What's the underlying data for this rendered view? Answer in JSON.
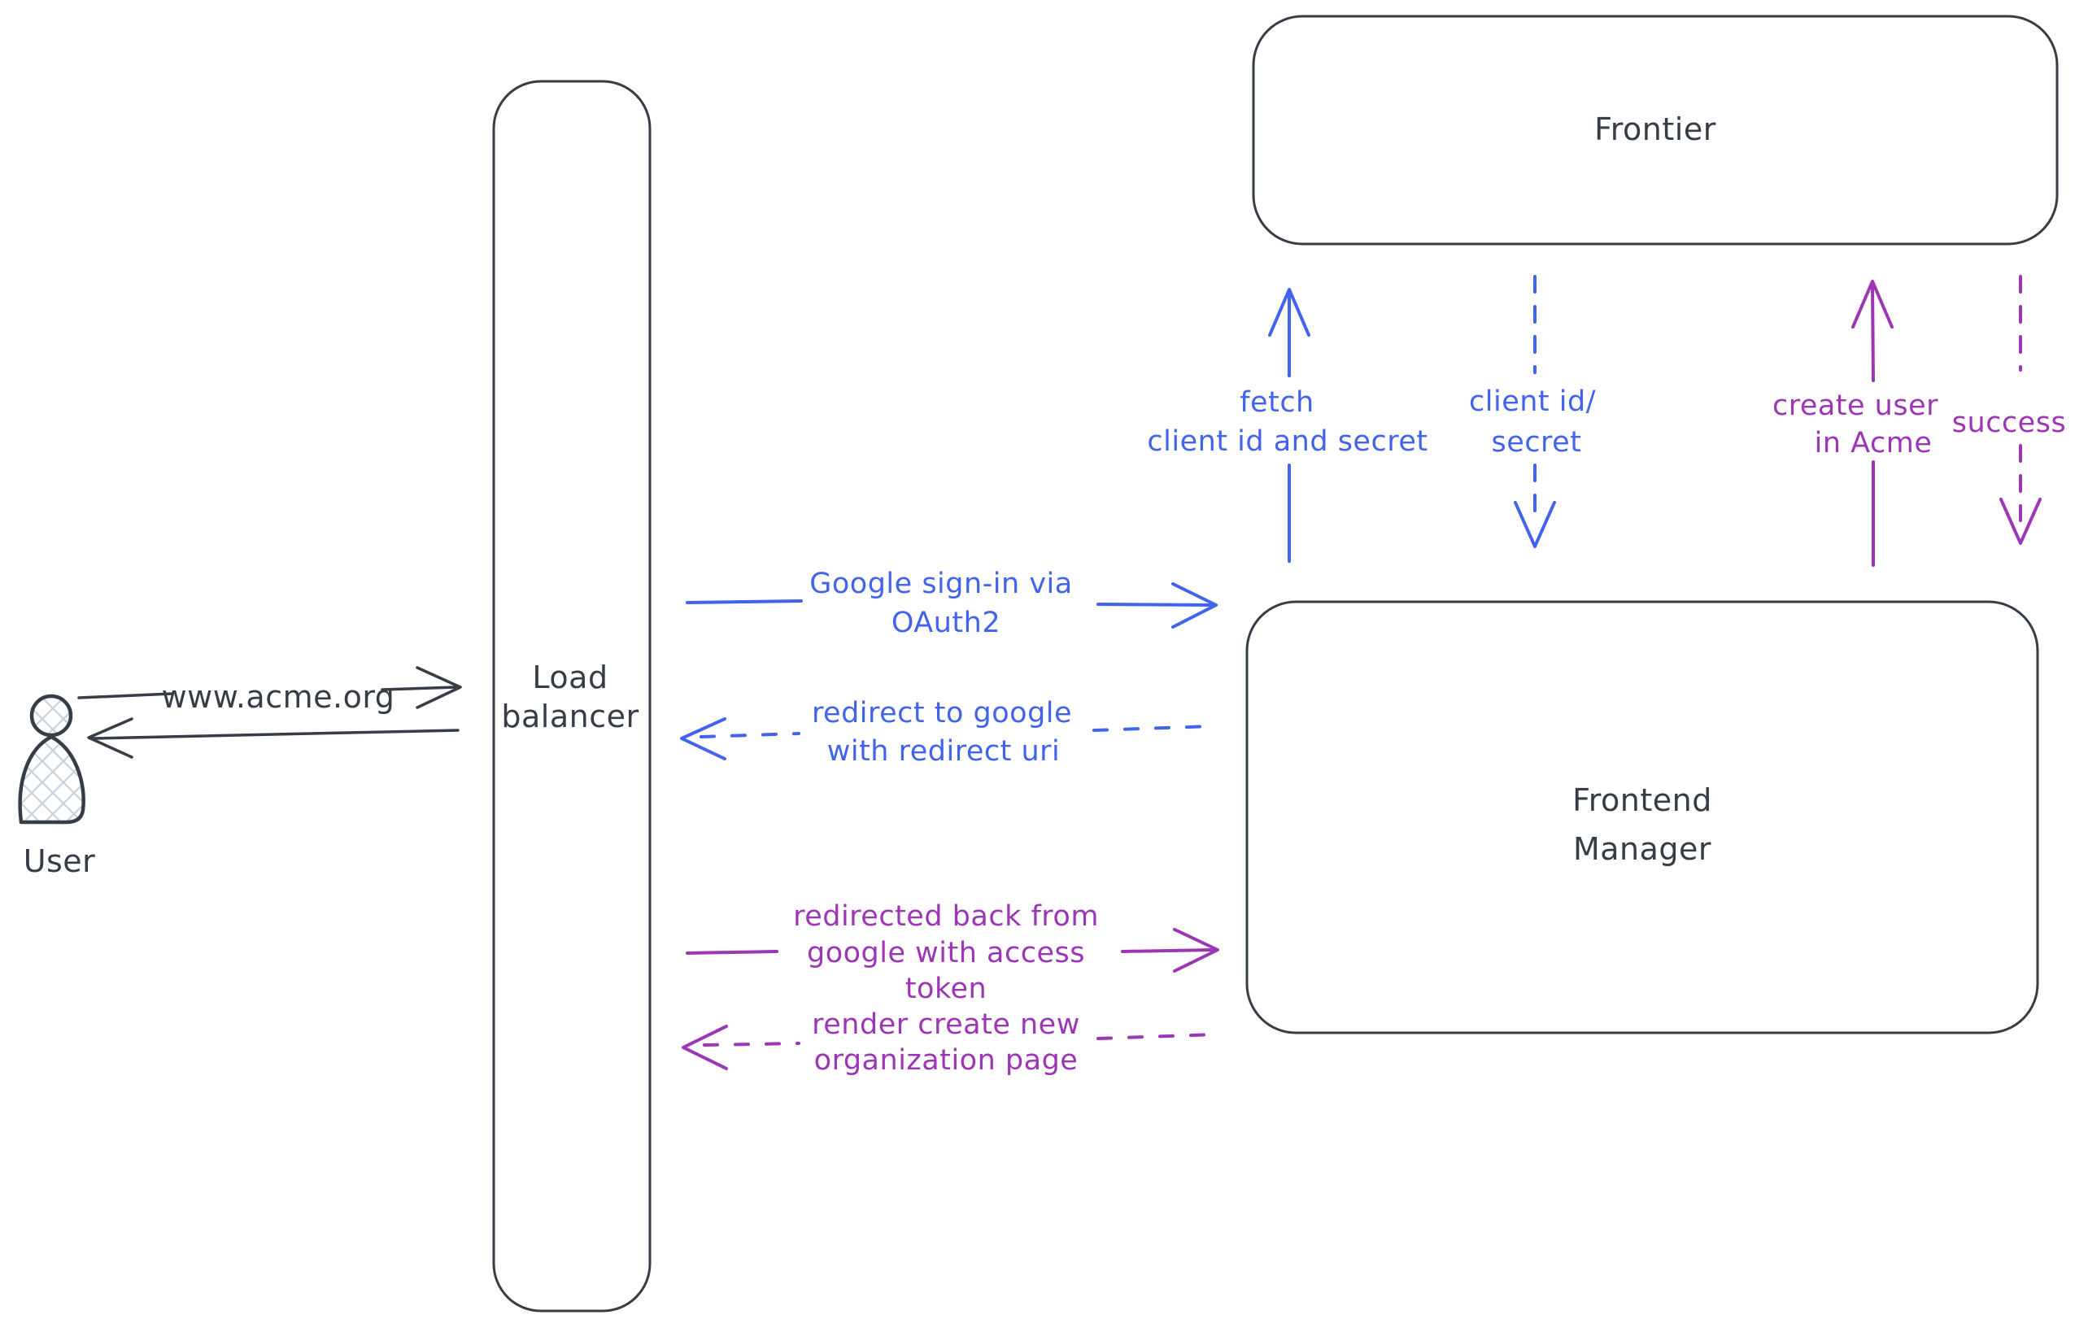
{
  "colors": {
    "dark": "#363d47",
    "blue": "#4263eb",
    "purple": "#9c36b5",
    "hatch": "#c8d1dc",
    "white": "#ffffff"
  },
  "nodes": {
    "user": {
      "label": "User"
    },
    "load_balancer": {
      "line1": "Load",
      "line2": "balancer"
    },
    "frontier": {
      "label": "Frontier"
    },
    "frontend_manager": {
      "line1": "Frontend",
      "line2": "Manager"
    }
  },
  "edges": {
    "www_acme": {
      "label": "www.acme.org"
    },
    "google_signin": {
      "line1": "Google sign-in via",
      "line2": "OAuth2"
    },
    "redirect_google": {
      "line1": "redirect to google",
      "line2": "with redirect uri"
    },
    "redirected_back": {
      "line1": "redirected back from",
      "line2": "google with access",
      "line3": "token"
    },
    "render_org": {
      "line1": "render create new",
      "line2": "organization page"
    },
    "fetch_secret": {
      "line1": "fetch",
      "line2": "client id and secret"
    },
    "client_id": {
      "line1": "client id/",
      "line2": "secret"
    },
    "create_user": {
      "line1": "create user",
      "line2": "in Acme"
    },
    "success": {
      "label": "success"
    }
  }
}
